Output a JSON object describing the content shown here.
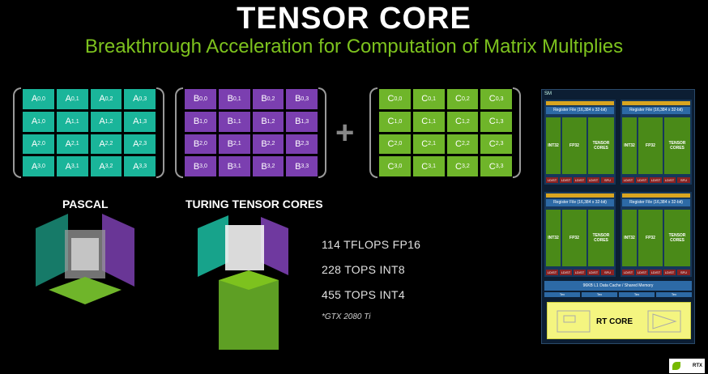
{
  "title": "TENSOR CORE",
  "subtitle": "Breakthrough Acceleration for Computation of Matrix Multiplies",
  "colors": {
    "accent": "#7dc21e",
    "matrix_a": "#1ab59a",
    "matrix_b": "#7b3fb0",
    "matrix_c": "#6fb52a"
  },
  "matrix_a": {
    "letter": "A"
  },
  "matrix_b": {
    "letter": "B"
  },
  "matrix_c": {
    "letter": "C"
  },
  "plus": "+",
  "labels": {
    "pascal": "PASCAL",
    "turing": "TURING TENSOR CORES"
  },
  "stats": [
    "114 TFLOPS FP16",
    "228 TOPS INT8",
    "455 TOPS INT4"
  ],
  "note": "*GTX 2080 Ti",
  "sm": {
    "label": "SM",
    "register_file": "Register File (16,384 x 32-bit)",
    "int32": "INT32",
    "fp32": "FP32",
    "tensor": "TENSOR CORES",
    "ldst": "LD/ST",
    "sfu": "SFU",
    "l1": "96KB L1 Data Cache / Shared Memory",
    "tex": "Tex",
    "rt_core": "RT CORE"
  },
  "badge": "RTX"
}
